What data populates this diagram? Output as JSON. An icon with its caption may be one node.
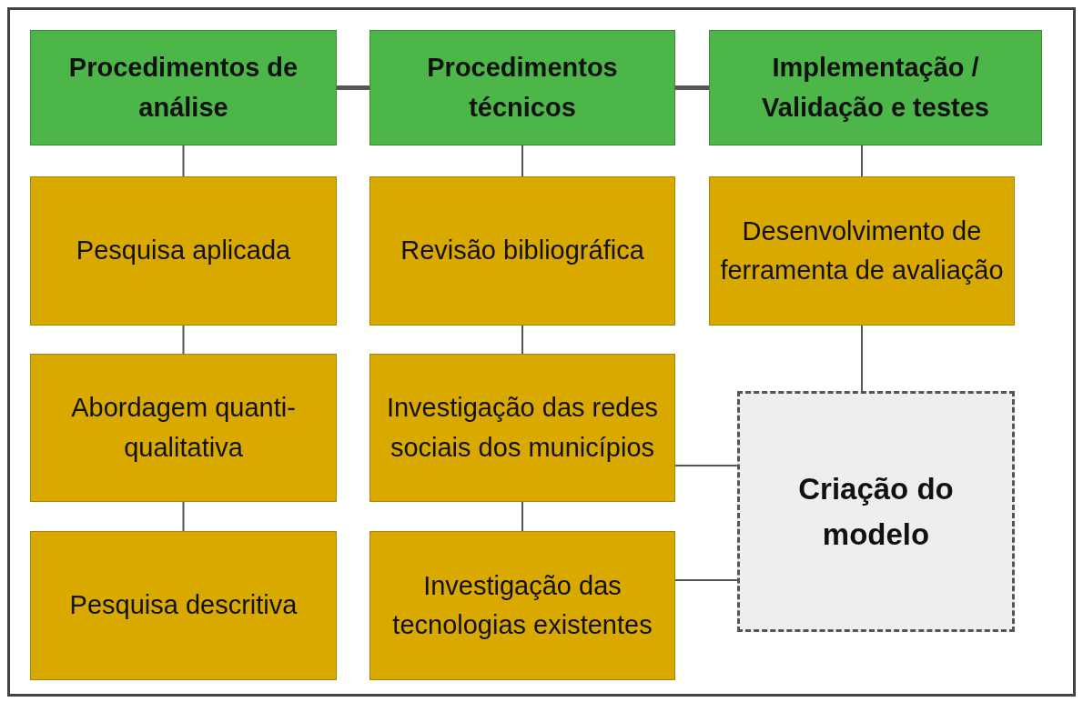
{
  "diagram": {
    "nodes": [
      {
        "text": [
          "Procedimentos de análise"
        ]
      },
      {
        "text": [
          "Procedimentos técnicos"
        ]
      },
      {
        "text": [
          "Implementação / Validação e testes"
        ]
      },
      {
        "text": [
          "Pesquisa aplicada"
        ]
      },
      {
        "text": [
          "Abordagem quanti-qualitativa"
        ]
      },
      {
        "text": [
          "Pesquisa descritiva"
        ]
      },
      {
        "text": [
          "Revisão bibliográfica"
        ]
      },
      {
        "text": [
          "Investigação das redes sociais dos municípios"
        ]
      },
      {
        "text": [
          "Investigação das tecnologias existentes"
        ]
      },
      {
        "text": [
          "Desenvolvimento de ferramenta de avaliação"
        ]
      },
      {
        "text": [
          "Criação do modelo"
        ]
      }
    ],
    "edges": [
      {
        "from": 0,
        "to": 1,
        "arrow": "none",
        "style": "thick"
      },
      {
        "from": 1,
        "to": 2,
        "arrow": "none",
        "style": "thick"
      },
      {
        "from": 0,
        "to": 3,
        "arrow": "none"
      },
      {
        "from": 3,
        "to": 4,
        "arrow": "none"
      },
      {
        "from": 4,
        "to": 5,
        "arrow": "none"
      },
      {
        "from": 1,
        "to": 6,
        "arrow": "none"
      },
      {
        "from": 6,
        "to": 7,
        "arrow": "none"
      },
      {
        "from": 7,
        "to": 8,
        "arrow": "none"
      },
      {
        "from": 2,
        "to": 9,
        "arrow": "none"
      },
      {
        "from": 9,
        "to": 10,
        "arrow": "none"
      },
      {
        "from": 7,
        "to": 10,
        "arrow": "none"
      },
      {
        "from": 8,
        "to": 10,
        "arrow": "none"
      }
    ]
  }
}
